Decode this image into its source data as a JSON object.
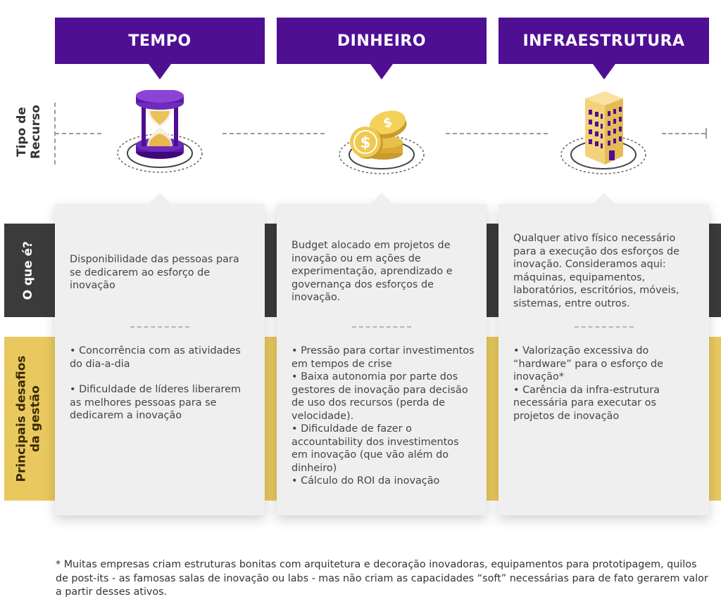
{
  "rows": {
    "tipo": "Tipo de Recurso",
    "oque": "O que é?",
    "desafios_line1": "Principais desafios",
    "desafios_line2": "da gestão"
  },
  "columns": [
    {
      "title": "TEMPO",
      "icon": "hourglass-icon",
      "description": "Disponibilidade das pessoas para se dedicarem ao esforço de inovação",
      "challenges": [
        "•   Concorrência com as atividades do dia-a-dia",
        "•   Dificuldade de líderes liberarem as melhores pessoas para se dedicarem a inovação"
      ]
    },
    {
      "title": "DINHEIRO",
      "icon": "dollar-coins-icon",
      "description": "Budget alocado em projetos de inovação ou em ações de experimentação, aprendizado e governança dos esforços de inovação.",
      "challenges": [
        "•   Pressão para cortar investimentos em tempos de crise",
        "•   Baixa autonomia por parte dos gestores de inovação para decisão de uso dos recursos (perda de velocidade).",
        "•   Dificuldade de fazer o accountability dos investimentos em inovação (que vão além do dinheiro)",
        "•   Cálculo do ROI da inovação"
      ]
    },
    {
      "title": "INFRAESTRUTURA",
      "icon": "building-icon",
      "description": "Qualquer ativo físico necessário para a execução dos esforços de inovação. Consideramos aqui: máquinas, equipamentos, laboratórios, escritórios, móveis, sistemas, entre outros.",
      "challenges": [
        "•   Valorização excessiva do “hardware” para o esforço de inovação*",
        "•   Carência da infra-estrutura necessária para executar os projetos de inovação"
      ]
    }
  ],
  "footnote": "* Muitas empresas criam estruturas bonitas com arquitetura e decoração inovadoras, equipamentos para prototipagem, quilos de post-its - as famosas salas de inovação ou labs - mas não criam as capacidades “soft” necessárias para de fato gerarem valor a partir desses ativos.",
  "colors": {
    "header": "#4e0f93",
    "oque_band": "#3b3b3b",
    "desafios_band": "#e9c95f",
    "card": "#efefef"
  }
}
